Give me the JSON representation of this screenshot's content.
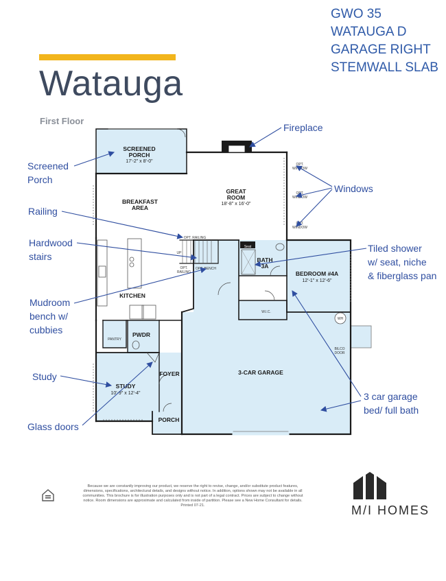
{
  "header": {
    "title": "Watauga",
    "subtitle": "First Floor",
    "code_lines": [
      "GWO 35",
      "WATAUGA D",
      "GARAGE RIGHT",
      "STEMWALL SLAB"
    ]
  },
  "callouts": {
    "fireplace": "Fireplace",
    "screened_porch": [
      "Screened",
      "Porch"
    ],
    "windows": "Windows",
    "railing": "Railing",
    "hardwood_stairs": [
      "Hardwood",
      "stairs"
    ],
    "tiled_shower": [
      "Tiled shower",
      "w/ seat, niche",
      "& fiberglass pan"
    ],
    "mudroom": [
      "Mudroom",
      "bench w/",
      "cubbies"
    ],
    "study": "Study",
    "glass_doors": "Glass doors",
    "garage_bed": [
      "3 car garage",
      "bed/ full bath"
    ]
  },
  "rooms": {
    "screened_porch": {
      "name": [
        "SCREENED",
        "PORCH"
      ],
      "dim": "17'-2\" x 8'-0\""
    },
    "great_room": {
      "name": [
        "GREAT",
        "ROOM"
      ],
      "dim": "18'-8\" x 16'-0\""
    },
    "breakfast": {
      "name": [
        "BREAKFAST",
        "AREA"
      ]
    },
    "kitchen": {
      "name": "KITCHEN"
    },
    "bath": {
      "name": [
        "BATH",
        "3A"
      ]
    },
    "bedroom": {
      "name": "BEDROOM #4A",
      "dim": "12'-1\" x 12'-6\""
    },
    "garage": {
      "name": "3-CAR GARAGE"
    },
    "study": {
      "name": "STUDY",
      "dim": "10'-9\" x 12'-4\""
    },
    "foyer": {
      "name": "FOYER"
    },
    "porch": {
      "name": "PORCH"
    },
    "pwdr": {
      "name": "PWDR"
    },
    "pantry": {
      "name": "PANTRY"
    },
    "wic": {
      "name": "W.I.C."
    },
    "seat": "Seat",
    "wh": "WH",
    "up": "UP",
    "opt_railing_top": "OPT. RAILING",
    "opt_railing_side": [
      "OPT.",
      "RAILING"
    ],
    "opt_bench": "OPT. BENCH",
    "opt_window": [
      "OPT.",
      "WINDOW"
    ],
    "bilco_door": [
      "BILCO",
      "DOOR"
    ]
  },
  "footer": {
    "disclaimer": "Because we are constantly improving our product, we reserve the right to revise, change, and/or substitute product features, dimensions, specifications, architectural details, and designs without notice. In addition, options shown may not be available in all communities. This brochure is for illustration purposes only and is not part of a legal contract. Prices are subject to change without notice. Room dimensions are approximate and calculated from inside of partition. Please see a New Home Consultant for details. Printed 07-21.",
    "brand": "M/I HOMES"
  },
  "colors": {
    "accent": "#f2b51c",
    "title": "#3e4a5f",
    "callout": "#2f4ea0",
    "room_fill": "#d9ecf7"
  }
}
